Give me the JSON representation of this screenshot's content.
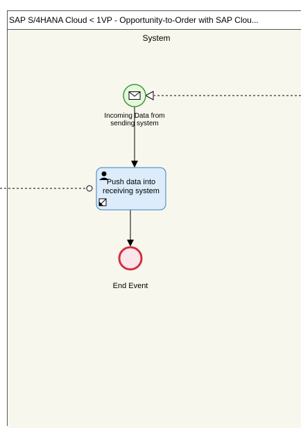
{
  "pool": {
    "title": "SAP S/4HANA Cloud < 1VP - Opportunity-to-Order with SAP Clou..."
  },
  "lane": {
    "title": "System"
  },
  "elements": {
    "start_event_label": "Incoming Data from sending system",
    "task_label": "Push data into receiving system",
    "end_event_label": "End Event"
  },
  "colors": {
    "start_event_fill": "#e6f8dc",
    "start_event_stroke": "#3a9a3a",
    "task_fill": "#dcecfa",
    "task_stroke": "#3a7fc0",
    "end_event_fill": "#fde6ea",
    "end_event_stroke": "#d03040",
    "lane_bg": "#f8f7ed"
  },
  "icons": {
    "start_event": "envelope-icon",
    "task_type": "user-icon",
    "task_marker": "subprocess-marker-icon"
  }
}
